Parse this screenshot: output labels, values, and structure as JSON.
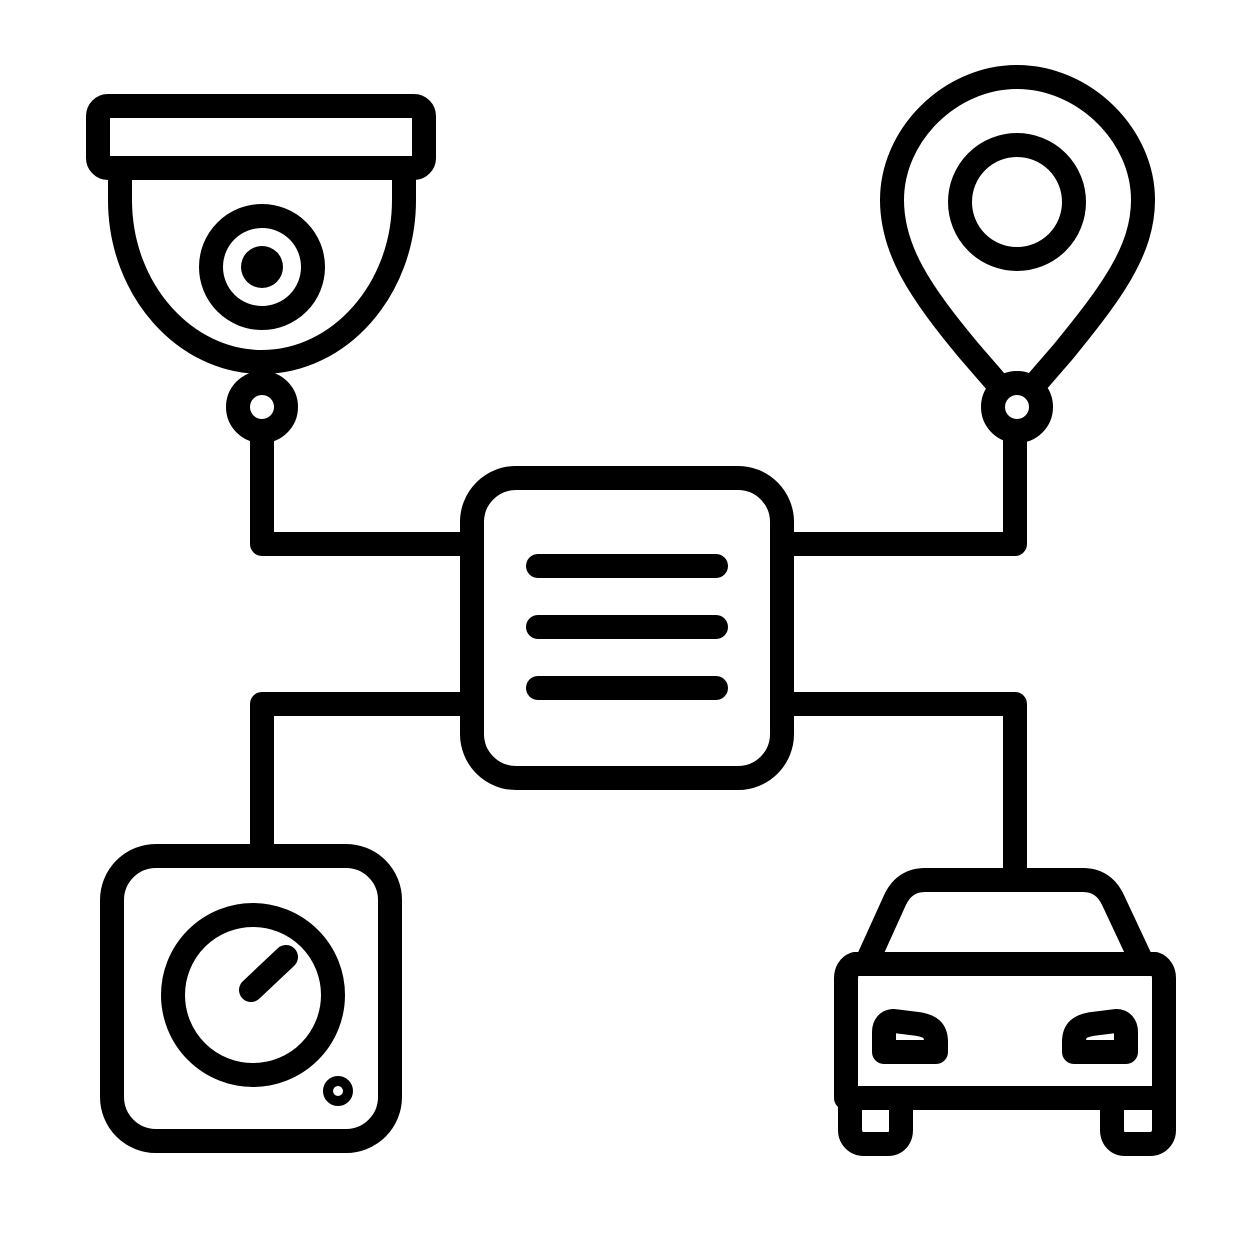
{
  "colors": {
    "background": "#ffffff",
    "stroke": "#000000"
  },
  "diagram": {
    "hub": {
      "icon": "document-lines-icon"
    },
    "nodes": [
      {
        "position": "top-left",
        "icon": "security-camera-icon"
      },
      {
        "position": "top-right",
        "icon": "location-pin-icon"
      },
      {
        "position": "bottom-left",
        "icon": "speedometer-icon"
      },
      {
        "position": "bottom-right",
        "icon": "car-icon"
      }
    ]
  }
}
